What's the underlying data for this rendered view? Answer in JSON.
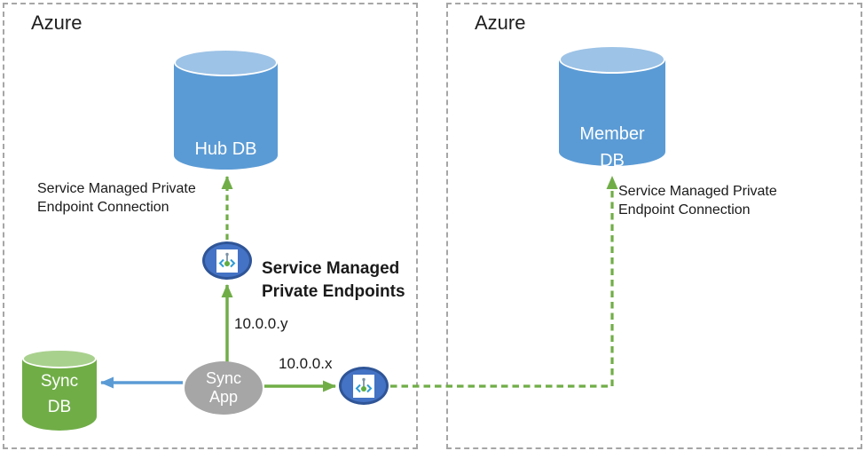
{
  "regions": {
    "left": {
      "title": "Azure"
    },
    "right": {
      "title": "Azure"
    }
  },
  "nodes": {
    "hub_db": {
      "label": "Hub DB"
    },
    "member_db": {
      "label": "Member DB"
    },
    "sync_db": {
      "label": "Sync DB"
    },
    "sync_app": {
      "label": "Sync App"
    }
  },
  "labels": {
    "left_connection": "Service Managed Private Endpoint Connection",
    "right_connection": "Service Managed Private Endpoint Connection",
    "private_endpoints": "Service Managed Private Endpoints",
    "ip_y": "10.0.0.y",
    "ip_x": "10.0.0.x"
  },
  "icons": {
    "endpoint": "private-endpoint-icon"
  },
  "colors": {
    "db_blue": "#5B9BD5",
    "db_blue_top": "#9DC3E6",
    "db_green": "#70AD47",
    "db_green_top": "#A9D18E",
    "app_gray": "#A6A6A6",
    "endpoint_fill": "#4472C4",
    "endpoint_border": "#2F5597",
    "arrow_green": "#70AD47",
    "arrow_blue": "#5B9BD5",
    "region_border": "#A6A6A6"
  }
}
